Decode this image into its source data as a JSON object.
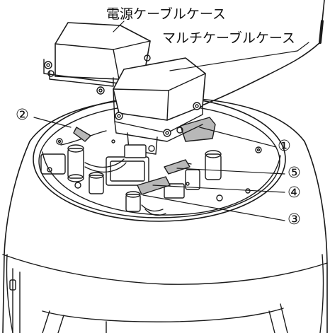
{
  "labels": {
    "power_cable_case": "電源ケーブルケース",
    "multi_cable_case": "マルチケーブルケース"
  },
  "callouts": {
    "c1": "①",
    "c2": "②",
    "c3": "③",
    "c4": "④",
    "c5": "⑤"
  },
  "colors": {
    "line": "#1a1a1a",
    "highlight": "#b8b8b8",
    "background": "#ffffff"
  }
}
